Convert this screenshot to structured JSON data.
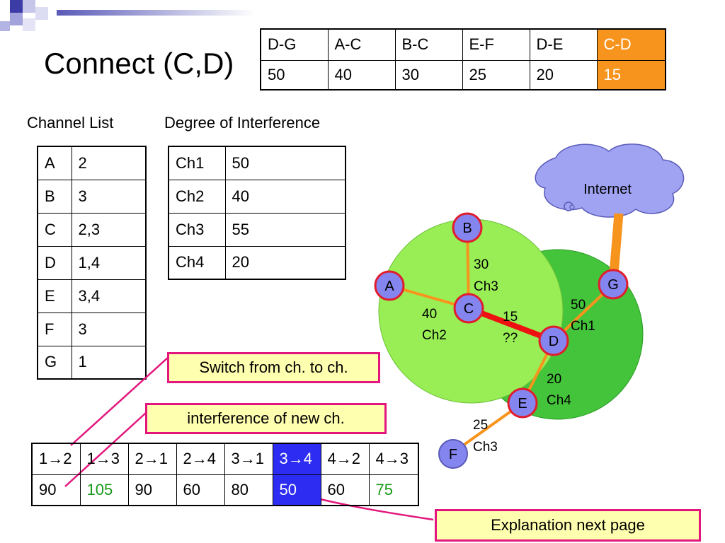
{
  "slide": {
    "title": "Connect (C,D)"
  },
  "links_table": {
    "headers": [
      "D-G",
      "A-C",
      "B-C",
      "E-F",
      "D-E",
      "C-D"
    ],
    "values": [
      "50",
      "40",
      "30",
      "25",
      "20",
      "15"
    ],
    "highlight_color": "#f7941d"
  },
  "channel_list": {
    "caption": "Channel List",
    "rows": [
      [
        "A",
        "2"
      ],
      [
        "B",
        "3"
      ],
      [
        "C",
        "2,3"
      ],
      [
        "D",
        "1,4"
      ],
      [
        "E",
        "3,4"
      ],
      [
        "F",
        "3"
      ],
      [
        "G",
        "1"
      ]
    ]
  },
  "interference": {
    "caption": "Degree of Interference",
    "rows": [
      [
        "Ch1",
        "50"
      ],
      [
        "Ch2",
        "40"
      ],
      [
        "Ch3",
        "55"
      ],
      [
        "Ch4",
        "20"
      ]
    ]
  },
  "switch_table": {
    "headers": [
      "1→2",
      "1→3",
      "2→1",
      "2→4",
      "3→1",
      "3→4",
      "4→2",
      "4→3"
    ],
    "values": [
      "90",
      "105",
      "90",
      "60",
      "80",
      "50",
      "60",
      "75"
    ],
    "green_values": [
      1,
      7
    ],
    "highlight_index": 5,
    "highlight_color": "#2c2cf2"
  },
  "callouts": {
    "switch": "Switch from ch. to ch.",
    "interference": "interference of new ch.",
    "explanation": "Explanation next page"
  },
  "network": {
    "cloud_label": "Internet",
    "nodes": {
      "A": "A",
      "B": "B",
      "C": "C",
      "D": "D",
      "E": "E",
      "F": "F",
      "G": "G"
    },
    "edge_labels": {
      "bc_weight": "30",
      "bc_channel": "Ch3",
      "ac_weight": "40",
      "ac_channel": "Ch2",
      "cd_weight": "15",
      "cd_channel": "??",
      "dg_weight": "50",
      "dg_channel": "Ch1",
      "de_weight": "20",
      "de_channel": "Ch4",
      "ef_weight": "25",
      "ef_channel": "Ch3"
    },
    "colors": {
      "edge": "#f7941d",
      "new_edge": "#ee1111",
      "node_fill": "#8585f0",
      "node_border": "#e01d2d",
      "light_area": "#99ee55",
      "dark_area": "#44c43a",
      "cloud": "#9fa3f2"
    }
  }
}
